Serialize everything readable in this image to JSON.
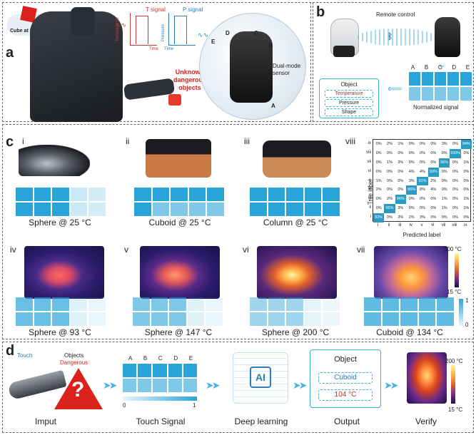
{
  "panels": {
    "a": {
      "label": "a",
      "cube_label": "Cube at 200 °C",
      "t_signal": "T signal",
      "p_signal": "P signal",
      "temperature": "Temperature",
      "pressure": "Pressure",
      "time1": "Time",
      "time2": "Time",
      "unknown": "Unknown dangerous objects",
      "sensor": "Dual-mode sensor",
      "fingers": [
        "E",
        "D",
        "C",
        "B",
        "A"
      ]
    },
    "b": {
      "label": "b",
      "remote": "Remote control",
      "letters": [
        "A",
        "B",
        "C",
        "D",
        "E"
      ],
      "normalized": "Normalized signal",
      "object": "Object",
      "temperature": "Temperature",
      "pressure": "Pressure",
      "shape": "Shape"
    },
    "c": {
      "label": "c",
      "top": [
        {
          "roman": "i",
          "caption": "Sphere @ 25 °C",
          "levels": [
            1,
            1,
            1,
            0.25,
            0.2,
            1,
            1,
            1,
            0.25,
            0.2
          ]
        },
        {
          "roman": "ii",
          "caption": "Cuboid  @ 25 °C",
          "levels": [
            1,
            1,
            1,
            1,
            1,
            1,
            0.6,
            0.6,
            0.6,
            0.6
          ]
        },
        {
          "roman": "iii",
          "caption": "Column @ 25 °C",
          "levels": [
            1,
            1,
            1,
            1,
            1,
            1,
            1,
            1,
            1,
            1
          ]
        }
      ],
      "bottom": [
        {
          "roman": "iv",
          "caption": "Sphere @ 93 °C",
          "levels": [
            0.7,
            0.7,
            0.7,
            0.15,
            0.1,
            0.7,
            0.7,
            0.7,
            0.15,
            0.1
          ]
        },
        {
          "roman": "v",
          "caption": "Sphere @ 147 °C",
          "levels": [
            0.6,
            0.6,
            0.6,
            0.15,
            0.1,
            0.6,
            0.6,
            0.6,
            0.15,
            0.1
          ]
        },
        {
          "roman": "vi",
          "caption": "Sphere @ 200 °C",
          "levels": [
            0.45,
            0.45,
            0.45,
            0.12,
            0.08,
            0.45,
            0.45,
            0.45,
            0.12,
            0.08
          ]
        },
        {
          "roman": "vii",
          "caption": "Cuboid @ 134 °C",
          "levels": [
            0.75,
            0.75,
            0.75,
            0.75,
            0.75,
            0.75,
            0.75,
            0.75,
            0.75,
            0.75
          ]
        }
      ],
      "matrix_roman": "viii",
      "temp_max": "200 °C",
      "temp_min": "15 °C",
      "scale_max": "1",
      "scale_min": "0"
    },
    "d": {
      "label": "d",
      "touch": "Touch",
      "objects": "Objects",
      "dangerous": "Dangerous",
      "letters": [
        "A",
        "B",
        "C",
        "D",
        "E"
      ],
      "scale_min": "0",
      "scale_max": "1",
      "object": "Object",
      "cuboid": "Cuboid",
      "temp": "104 °C",
      "temp_max": "200 °C",
      "temp_min": "15 °C",
      "steps": [
        "Imput",
        "Touch Signal",
        "Deep learning",
        "Output",
        "Verify"
      ]
    }
  },
  "chart_data": {
    "type": "heatmap",
    "title": "",
    "xlabel": "Predicted label",
    "ylabel": "True label",
    "x": [
      "i",
      "ii",
      "iii",
      "iv",
      "v",
      "vi",
      "vii",
      "viii",
      "ix"
    ],
    "y": [
      "ix",
      "viii",
      "vii",
      "vi",
      "v",
      "iv",
      "iii",
      "ii",
      "i"
    ],
    "values": [
      [
        "0%",
        "2%",
        "1%",
        "0%",
        "0%",
        "0%",
        "3%",
        "0%",
        "94%"
      ],
      [
        "0%",
        "0%",
        "0%",
        "0%",
        "0%",
        "0%",
        "0%",
        "100%",
        "0%"
      ],
      [
        "0%",
        "1%",
        "3%",
        "0%",
        "0%",
        "0%",
        "96%",
        "0%",
        "1%"
      ],
      [
        "0%",
        "0%",
        "0%",
        "4%",
        "4%",
        "93%",
        "0%",
        "0%",
        "0%"
      ],
      [
        "1%",
        "0%",
        "0%",
        "3%",
        "91%",
        "2%",
        "0%",
        "0%",
        "0%"
      ],
      [
        "2%",
        "0%",
        "0%",
        "86%",
        "8%",
        "4%",
        "0%",
        "0%",
        "0%"
      ],
      [
        "0%",
        "2%",
        "96%",
        "0%",
        "0%",
        "0%",
        "1%",
        "0%",
        "1%"
      ],
      [
        "0%",
        "95%",
        "3%",
        "0%",
        "0%",
        "0%",
        "1%",
        "0%",
        "1%"
      ],
      [
        "92%",
        "0%",
        "3%",
        "2%",
        "3%",
        "0%",
        "0%",
        "0%",
        "0%"
      ]
    ]
  }
}
